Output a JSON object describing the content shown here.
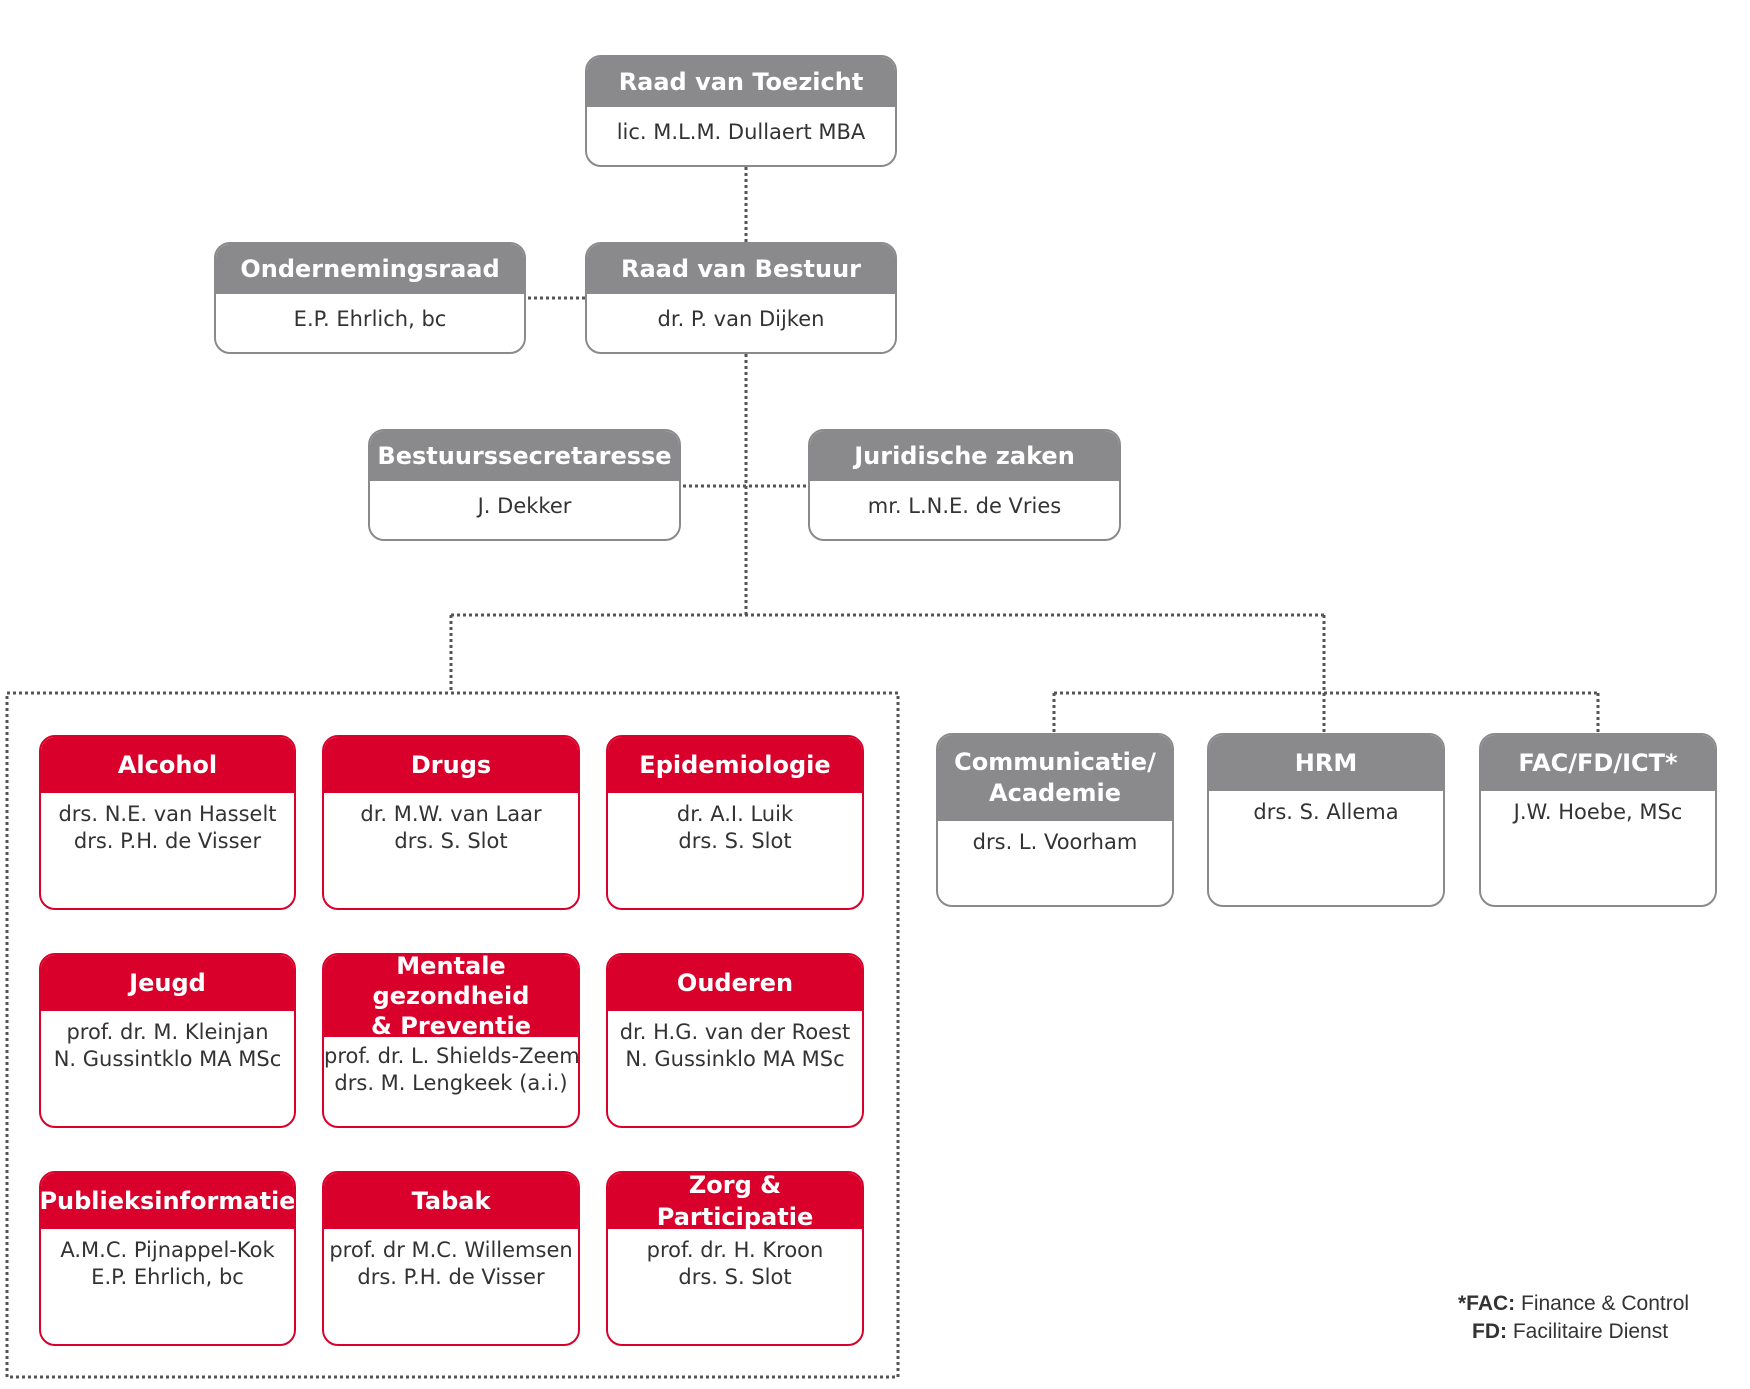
{
  "colors": {
    "grey_header": "#8a8a8c",
    "red_header": "#d9002b",
    "connector": "#555555"
  },
  "top": [
    {
      "id": "rvt",
      "title": "Raad van Toezicht",
      "people": [
        "lic. M.L.M. Dullaert MBA"
      ]
    },
    {
      "id": "or",
      "title": "Ondernemingsraad",
      "people": [
        "E.P. Ehrlich, bc"
      ]
    },
    {
      "id": "rvb",
      "title": "Raad van Bestuur",
      "people": [
        "dr. P. van Dijken"
      ]
    },
    {
      "id": "secr",
      "title": "Bestuurssecretaresse",
      "people": [
        "J. Dekker"
      ]
    },
    {
      "id": "jur",
      "title": "Juridische zaken",
      "people": [
        "mr. L.N.E. de Vries"
      ]
    }
  ],
  "programs": [
    {
      "title": "Alcohol",
      "people": [
        "drs. N.E. van Hasselt",
        "drs. P.H. de Visser"
      ]
    },
    {
      "title": "Drugs",
      "people": [
        "dr. M.W. van Laar",
        "drs. S. Slot"
      ]
    },
    {
      "title": "Epidemiologie",
      "people": [
        "dr. A.I. Luik",
        "drs. S. Slot"
      ]
    },
    {
      "title": "Jeugd",
      "people": [
        "prof. dr. M. Kleinjan",
        "N. Gussintklo MA MSc"
      ]
    },
    {
      "title": "Mentale gezondheid & Preventie",
      "title_lines": [
        "Mentale gezondheid",
        "& Preventie"
      ],
      "people": [
        "prof. dr. L. Shields-Zeeman",
        "drs. M. Lengkeek (a.i.)"
      ]
    },
    {
      "title": "Ouderen",
      "people": [
        "dr. H.G. van der Roest",
        "N. Gussinklo MA MSc"
      ]
    },
    {
      "title": "Publieksinformatie",
      "people": [
        "A.M.C. Pijnappel-Kok",
        "E.P. Ehrlich, bc"
      ]
    },
    {
      "title": "Tabak",
      "people": [
        "prof. dr M.C. Willemsen",
        "drs. P.H. de Visser"
      ]
    },
    {
      "title": "Zorg & Participatie",
      "people": [
        "prof. dr. H. Kroon",
        "drs. S. Slot"
      ]
    }
  ],
  "support": [
    {
      "title": "Communicatie/ Academie",
      "title_lines": [
        "Communicatie/",
        "Academie"
      ],
      "people": [
        "drs. L. Voorham"
      ]
    },
    {
      "title": "HRM",
      "people": [
        "drs. S. Allema"
      ]
    },
    {
      "title": "FAC/FD/ICT*",
      "people": [
        "J.W. Hoebe, MSc"
      ]
    }
  ],
  "footnote": {
    "line1_key": "*FAC:",
    "line1_text": " Finance & Control",
    "line2_key": "FD:",
    "line2_text": " Facilitaire Dienst"
  }
}
